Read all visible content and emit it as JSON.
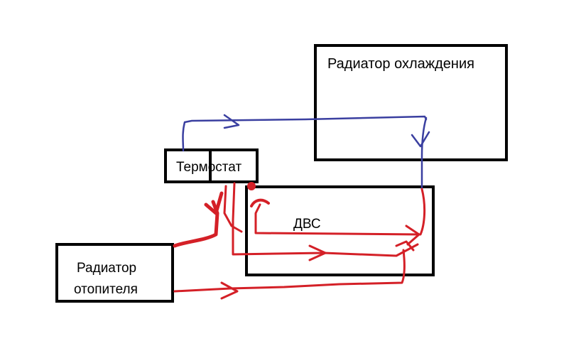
{
  "labels": {
    "cooling_radiator": "Радиатор охлаждения",
    "thermostat": "Термостат",
    "engine": "ДВС",
    "heater_line1": "Радиатор",
    "heater_line2": "отопителя"
  },
  "colors": {
    "box_stroke": "#000000",
    "cold_line": "#3a3fa0",
    "hot_line": "#d42027",
    "background": "#ffffff"
  }
}
